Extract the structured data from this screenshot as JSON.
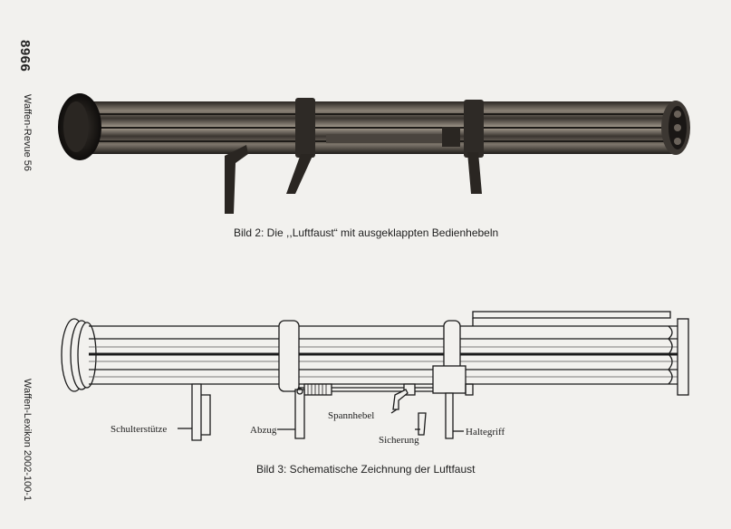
{
  "margin": {
    "page_number": "8966",
    "journal": "Waffen-Revue 56",
    "lexicon": "Waffen-Lexikon 2002-100-1"
  },
  "figure_photo": {
    "caption": "Bild 2:  Die ,,Luftfaust“ mit ausgeklappten Bedienhebeln"
  },
  "figure_drawing": {
    "caption": "Bild 3:  Schematische Zeichnung der Luftfaust",
    "labels": {
      "schulterstuetze": "Schulterstütze",
      "abzug": "Abzug",
      "spannhebel": "Spannhebel",
      "sicherung": "Sicherung",
      "haltegriff": "Haltegriff"
    }
  }
}
